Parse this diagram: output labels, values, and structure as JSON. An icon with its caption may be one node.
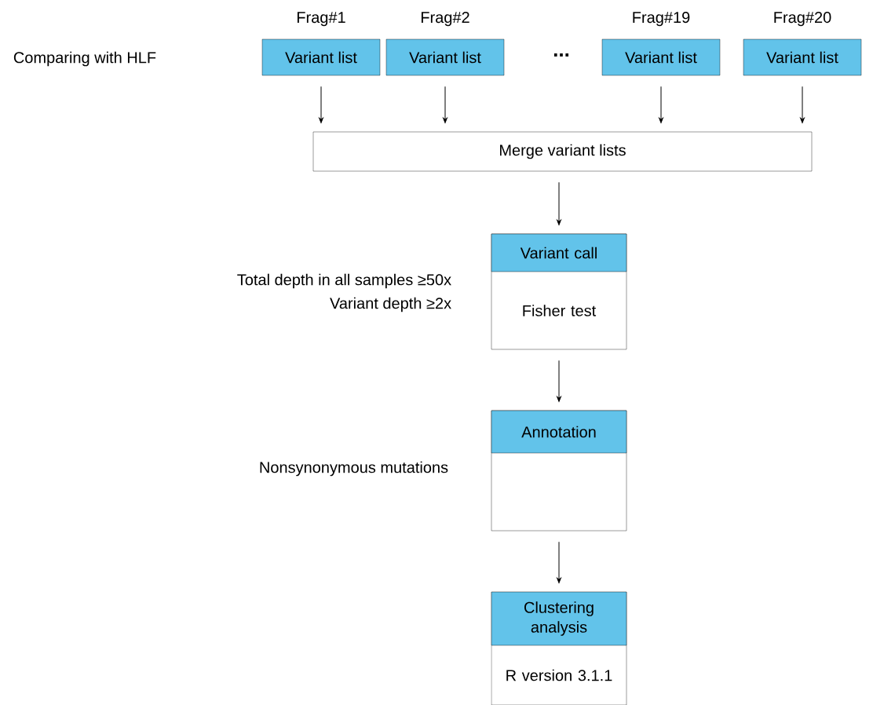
{
  "diagram": {
    "nodes": [
      {
        "text": [
          "Variant list"
        ],
        "beside": [
          "Frag#1"
        ]
      },
      {
        "text": [
          "Variant list"
        ],
        "beside": [
          "Frag#2"
        ]
      },
      {
        "text": [
          "Variant list"
        ],
        "beside": [
          "Frag#19"
        ]
      },
      {
        "text": [
          "Variant list"
        ],
        "beside": [
          "Frag#20"
        ]
      },
      {
        "text": [
          "Merge variant lists"
        ]
      },
      {
        "text": [
          "Variant call",
          "Fisher test"
        ]
      },
      {
        "text": [
          "Annotation"
        ]
      },
      {
        "text": [
          "Clustering analysis",
          "R version 3.1.1"
        ]
      }
    ],
    "edges": [
      {
        "from": 0,
        "to": 4,
        "arrow": "to"
      },
      {
        "from": 1,
        "to": 4,
        "arrow": "to"
      },
      {
        "from": 2,
        "to": 4,
        "arrow": "to"
      },
      {
        "from": 3,
        "to": 4,
        "arrow": "to"
      },
      {
        "from": 4,
        "to": 5,
        "arrow": "to"
      },
      {
        "from": 5,
        "to": 6,
        "arrow": "to"
      },
      {
        "from": 6,
        "to": 7,
        "arrow": "to"
      }
    ],
    "labels": [
      "Comparing with HLF",
      "...",
      "Total depth in all samples ≥50x",
      "Variant depth ≥2x",
      "Nonsynonymous mutations"
    ]
  }
}
